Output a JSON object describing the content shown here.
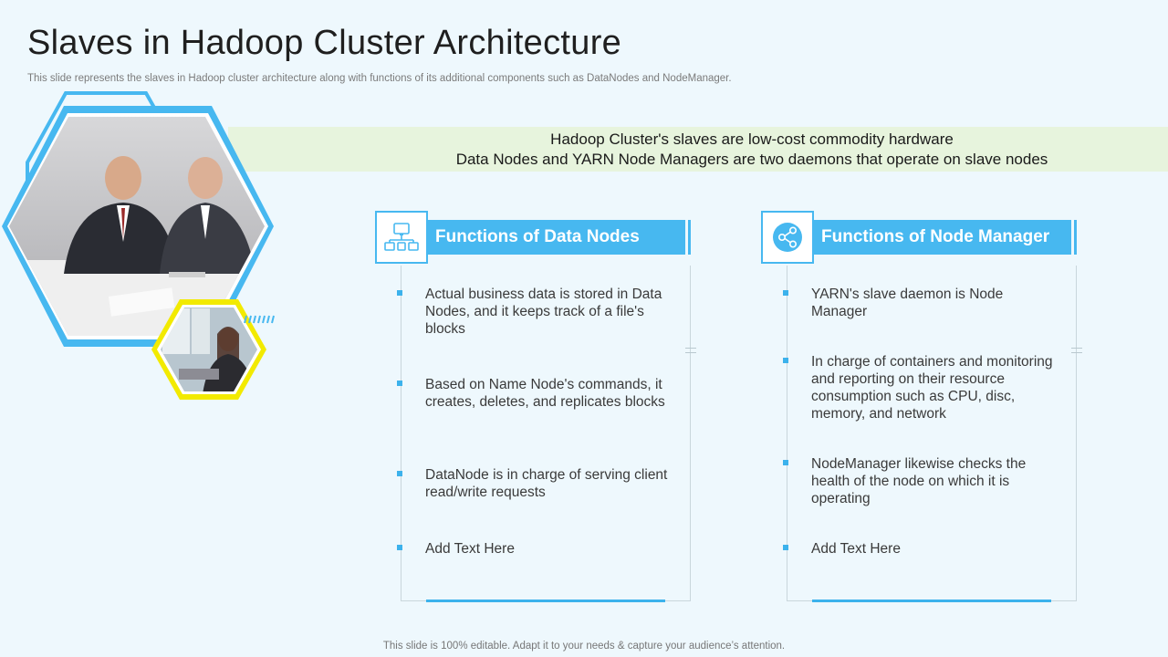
{
  "title": "Slaves in Hadoop Cluster Architecture",
  "subtitle": "This slide represents the slaves in Hadoop cluster architecture along with functions of its additional components such as DataNodes and NodeManager.",
  "banner": {
    "line1": "Hadoop Cluster's slaves are low-cost commodity hardware",
    "line2": "Data Nodes and YARN Node Managers are two daemons that operate on slave nodes"
  },
  "colors": {
    "accent": "#47b8f0",
    "banner": "#e7f4dd",
    "highlight": "#f2ea00",
    "background": "#eef8fd"
  },
  "data_nodes": {
    "icon": "network-nodes-icon",
    "title": "Functions of Data Nodes",
    "items": [
      "Actual business data is stored in Data Nodes, and it keeps track of a file's blocks",
      "Based on Name Node's commands, it creates, deletes, and replicates blocks",
      "DataNode is in charge of serving client read/write requests",
      "Add Text Here"
    ]
  },
  "node_manager": {
    "icon": "share-nodes-icon",
    "title": "Functions of Node Manager",
    "items": [
      "YARN's slave daemon is Node Manager",
      "In charge of containers and monitoring and reporting on their resource consumption such as CPU, disc, memory, and network",
      "NodeManager likewise checks the health of the node on which it is operating",
      "Add Text Here"
    ]
  },
  "footer": "This slide is 100% editable. Adapt it to your needs & capture your audience’s attention."
}
